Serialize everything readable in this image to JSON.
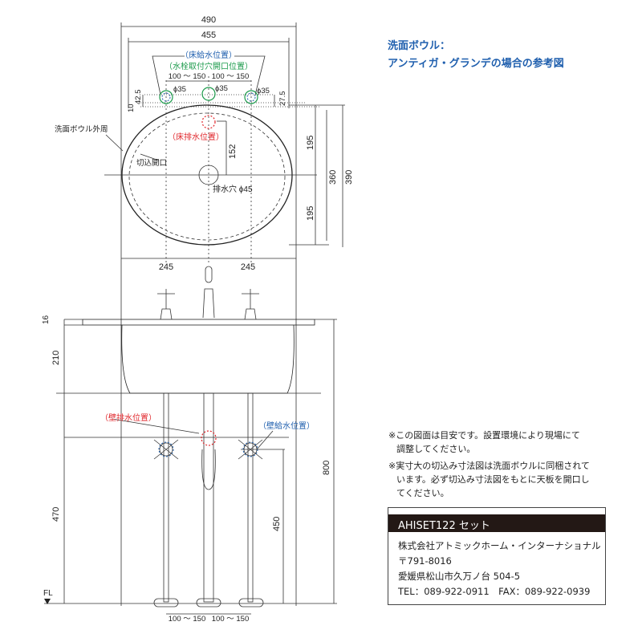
{
  "heading": {
    "line1": "洗面ボウル：",
    "line2": "アンティガ・グランデの場合の参考図"
  },
  "top_view": {
    "dim_490": "490",
    "dim_455": "455",
    "floor_supply_label": "（床給水位置）",
    "tap_hole_label": "（水栓取付穴開口位置）",
    "spacing_left": "100 ～ 150",
    "spacing_right": "100 ～ 150",
    "phi_left": "ϕ35",
    "phi_center": "ϕ35",
    "phi_right": "ϕ35",
    "dim_42_5": "42.5",
    "dim_10": "10",
    "dim_27_5": "27.5",
    "bowl_outline_label": "洗面ボウル外周",
    "cutout_label": "切込開口",
    "floor_drain_label": "（床排水位置）",
    "dim_152": "152",
    "drain_hole_label": "排水穴 ϕ45",
    "dim_195_top": "195",
    "dim_195_bottom": "195",
    "dim_360": "360",
    "dim_390": "390",
    "dim_245_left": "245",
    "dim_245_right": "245"
  },
  "side_view": {
    "dim_16": "16",
    "dim_210": "210",
    "dim_470": "470",
    "dim_800": "800",
    "dim_450": "450",
    "wall_drain_label": "（壁排水位置）",
    "wall_supply_label": "（壁給水位置）",
    "fl_label": "FL",
    "bottom_spacing_left": "100 ～ 150",
    "bottom_spacing_right": "100 ～ 150"
  },
  "notes": [
    "※この図面は目安です。設置環境により現場にて",
    "調整してください。",
    "※実寸大の切込み寸法図は洗面ボウルに同梱されて",
    "います。必ず切込み寸法図をもとに天板を開口し",
    "てください。"
  ],
  "info_box": {
    "title": "AHISET122 セット",
    "company": "株式会社アトミックホーム・インターナショナル",
    "postal": "〒791-8016",
    "address": "愛媛県松山市久万ノ台 504-5",
    "contact": "TEL：089-922-0911　FAX：089-922-0939"
  },
  "colors": {
    "blue": "#1f5fae",
    "green": "#1a9a4a",
    "red": "#e0262b",
    "dark": "#231815"
  }
}
